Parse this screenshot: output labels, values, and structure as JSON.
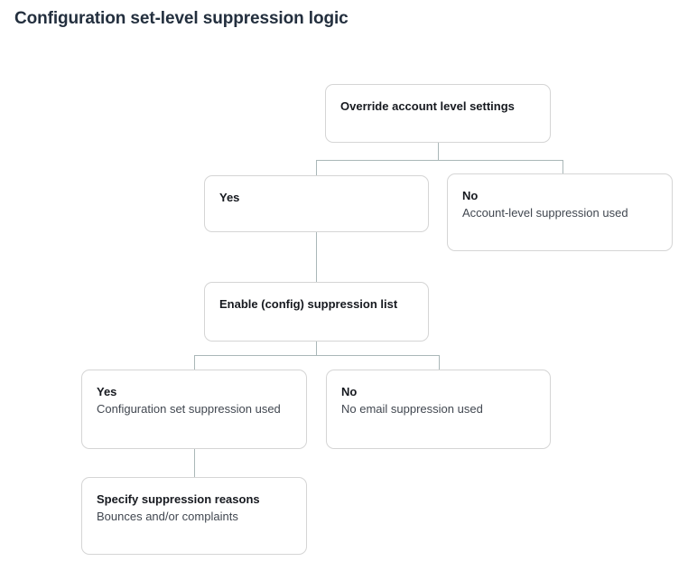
{
  "page": {
    "title": "Configuration set-level suppression logic"
  },
  "colors": {
    "background": "#ffffff",
    "title_text": "#232f3e",
    "node_border": "#d5d5d5",
    "node_title_text": "#16191f",
    "node_body_text": "#414750",
    "connector_line": "#aab7b8"
  },
  "diagram": {
    "type": "decision-tree-flowchart",
    "nodes": [
      {
        "id": "root",
        "title": "Override account level settings",
        "subtitle": ""
      },
      {
        "id": "override-yes",
        "title": "Yes",
        "subtitle": ""
      },
      {
        "id": "override-no",
        "title": "No",
        "subtitle": "Account-level suppression used"
      },
      {
        "id": "enable-config-list",
        "title": "Enable (config) suppression list",
        "subtitle": ""
      },
      {
        "id": "enable-yes",
        "title": "Yes",
        "subtitle": "Configuration set suppression used"
      },
      {
        "id": "enable-no",
        "title": "No",
        "subtitle": "No email suppression used"
      },
      {
        "id": "specify-reasons",
        "title": "Specify suppression reasons",
        "subtitle": "Bounces and/or complaints"
      }
    ]
  }
}
